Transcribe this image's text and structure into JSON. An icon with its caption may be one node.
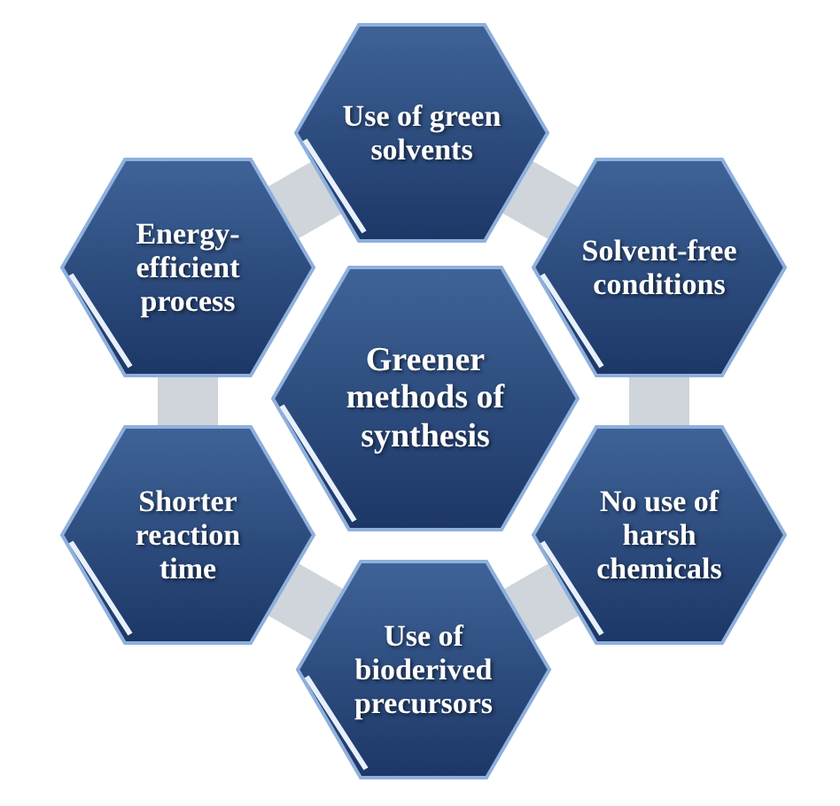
{
  "diagram": {
    "nodes": [
      {
        "text": [
          "Greener methods of synthesis"
        ]
      },
      {
        "text": [
          "Use of green solvents"
        ]
      },
      {
        "text": [
          "Solvent-free conditions"
        ]
      },
      {
        "text": [
          "No use of harsh chemicals"
        ]
      },
      {
        "text": [
          "Use of bioderived precursors"
        ]
      },
      {
        "text": [
          "Shorter reaction time"
        ]
      },
      {
        "text": [
          "Energy-efficient process"
        ]
      }
    ]
  }
}
